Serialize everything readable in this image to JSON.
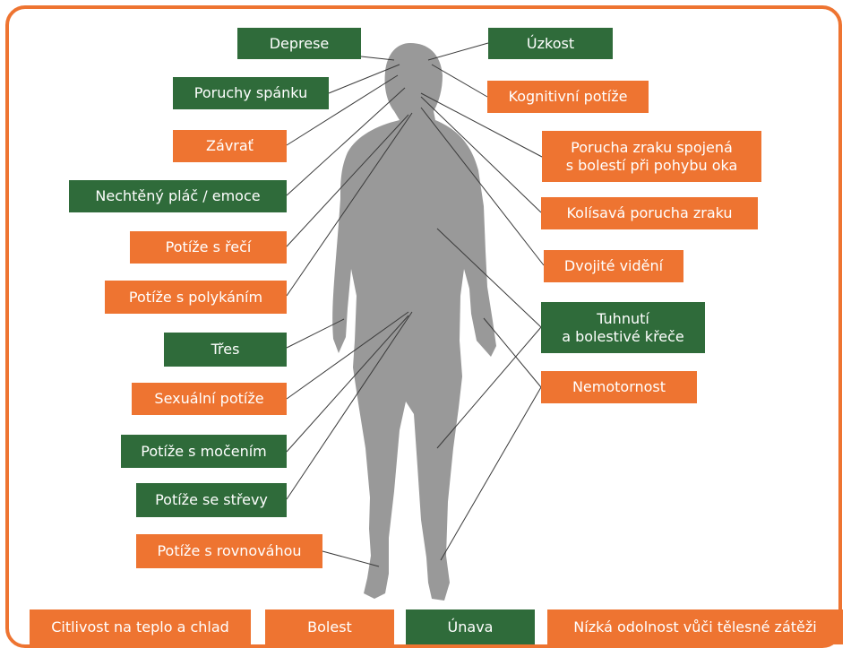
{
  "colors": {
    "frame": "#ee7431",
    "orange": "#ee7431",
    "green": "#2f6b3a",
    "silhouette": "#999999",
    "line": "#3a3a3a"
  },
  "symptoms": {
    "deprese": "Deprese",
    "uzkost": "Úzkost",
    "poruchy_spanku": "Poruchy spánku",
    "kognitivni_potize": "Kognitivní potíže",
    "zavrat": "Závrať",
    "porucha_zraku_pohyb": "Porucha zraku spojená\ns bolestí při pohybu oka",
    "nechteny_plac": "Nechtěný pláč / emoce",
    "kolisava_porucha": "Kolísavá porucha zraku",
    "potize_reci": "Potíže s řečí",
    "dvojite_videni": "Dvojité vidění",
    "potize_polykanim": "Potíže s polykáním",
    "tuhnuti": "Tuhnutí\na bolestivé křeče",
    "tres": "Třes",
    "nemotornost": "Nemotornost",
    "sexualni": "Sexuální potíže",
    "mocenim": "Potíže s močením",
    "strevy": "Potíže se střevy",
    "rovnovahou": "Potíže s rovnováhou"
  },
  "bottom_row": {
    "citlivost": "Citlivost na teplo a chlad",
    "bolest": "Bolest",
    "unava": "Únava",
    "nizka_odolnost": "Nízká odolnost vůči tělesné zátěži"
  }
}
